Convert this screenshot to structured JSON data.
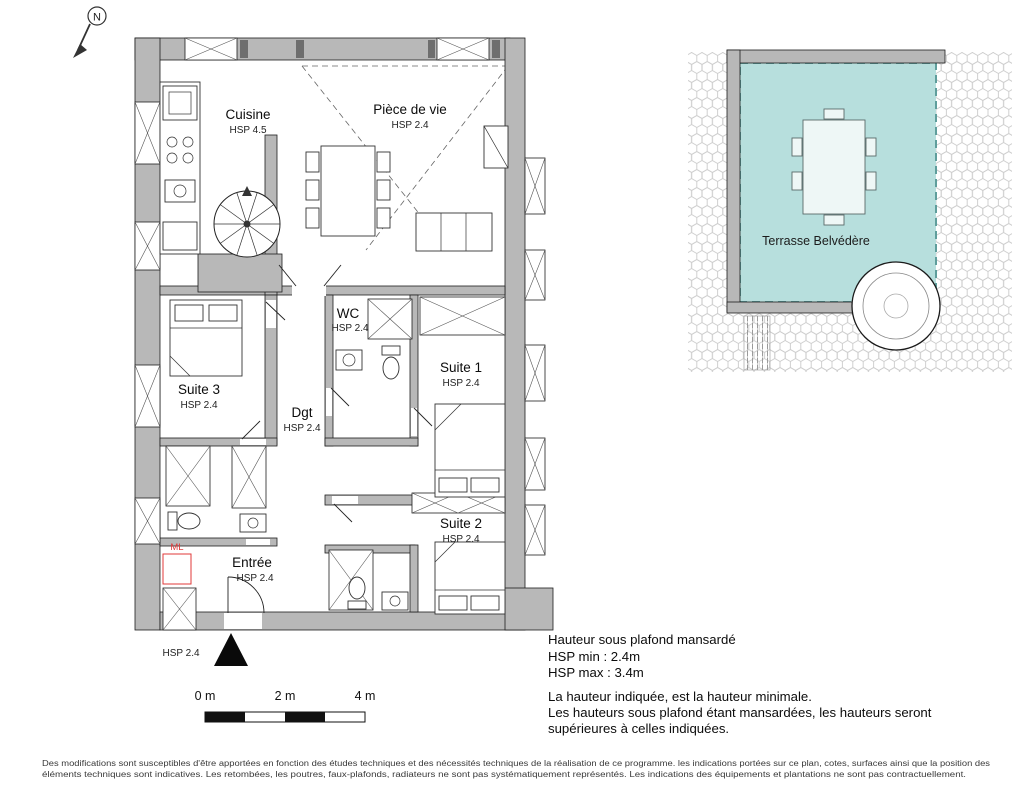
{
  "compass": {
    "letter": "N"
  },
  "plan": {
    "rooms": [
      {
        "id": "cuisine",
        "label": "Cuisine",
        "hsp": "HSP 4.5"
      },
      {
        "id": "piece_de_vie",
        "label": "Pièce de vie",
        "hsp": "HSP 2.4"
      },
      {
        "id": "wc",
        "label": "WC",
        "hsp": "HSP 2.4"
      },
      {
        "id": "suite_1",
        "label": "Suite 1",
        "hsp": "HSP 2.4"
      },
      {
        "id": "suite_3",
        "label": "Suite 3",
        "hsp": "HSP 2.4"
      },
      {
        "id": "dgt",
        "label": "Dgt",
        "hsp": "HSP 2.4"
      },
      {
        "id": "suite_2",
        "label": "Suite 2",
        "hsp": "HSP 2.4"
      },
      {
        "id": "entree",
        "label": "Entrée",
        "hsp": "HSP 2.4"
      }
    ],
    "ml_label": "ML",
    "entry_hsp": "HSP 2.4",
    "terrace": {
      "label": "Terrasse Belvédère"
    }
  },
  "scale_bar": {
    "labels": [
      "0 m",
      "2 m",
      "4 m"
    ]
  },
  "notes": {
    "title": "Hauteur sous plafond mansardé",
    "hsp_min": "HSP min : 2.4m",
    "hsp_max": "HSP max : 3.4m",
    "line1": "La hauteur indiquée, est la hauteur minimale.",
    "line2": "Les hauteurs sous plafond étant mansardées, les hauteurs seront",
    "line3": "supérieures à celles indiquées."
  },
  "footer": {
    "line1": "Des modifications sont susceptibles d'être apportées en fonction des études techniques et des nécessités techniques de la réalisation de ce programme. les indications portées sur ce plan, cotes, surfaces ainsi que la position des",
    "line2": "éléments techniques sont indicatives. Les retombées, les poutres, faux-plafonds, radiateurs ne sont pas systématiquement représentés. Les indications des équipements et plantations ne sont pas contractuellement."
  },
  "colors": {
    "wall": "#b8b8b8",
    "terrace_fill": "#b7dfdd",
    "ml_red": "#e03a3a"
  }
}
